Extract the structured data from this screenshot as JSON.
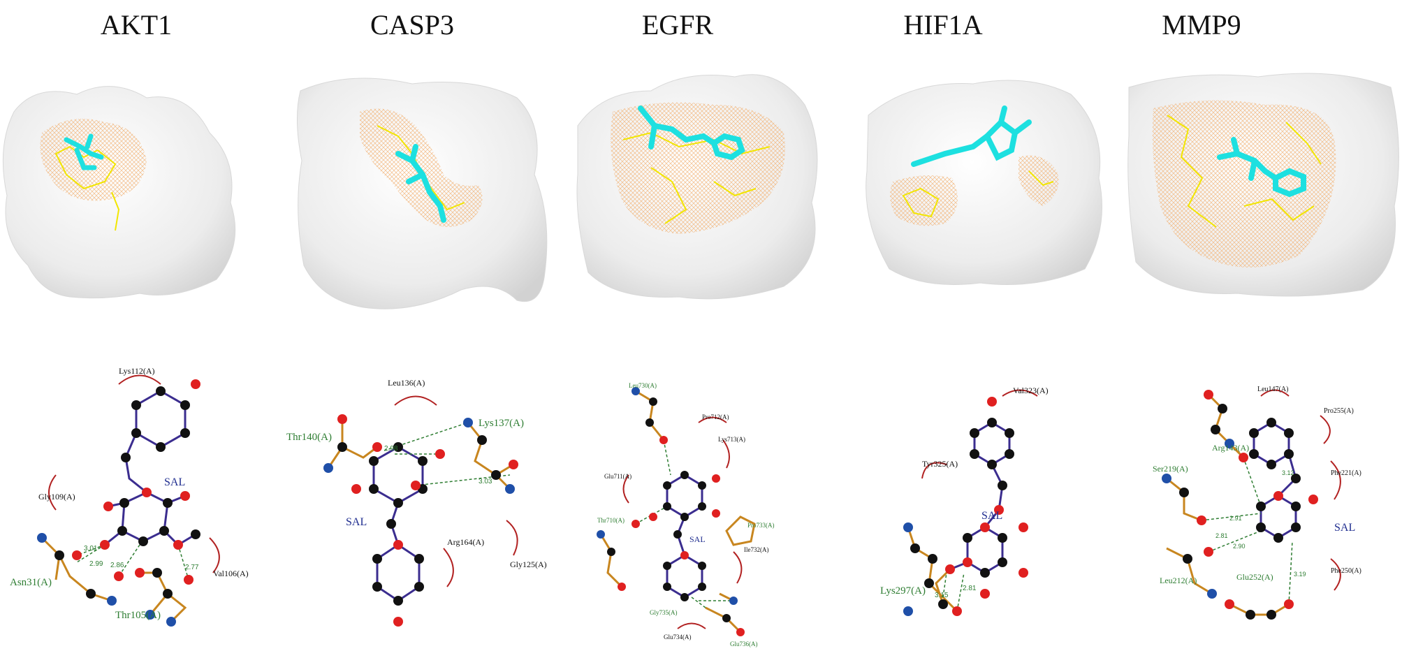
{
  "panels": [
    {
      "title": "AKT1",
      "ligand_label": "SAL",
      "hbond_residues": [
        "Asn31(A)",
        "Thr105(A)"
      ],
      "hydrophobic_residues": [
        "Lys112(A)",
        "Gly109(A)",
        "Val106(A)"
      ],
      "distances": [
        "3.01",
        "2.99",
        "2.86",
        "2.77"
      ]
    },
    {
      "title": "CASP3",
      "ligand_label": "SAL",
      "hbond_residues": [
        "Thr140(A)",
        "Lys137(A)"
      ],
      "hydrophobic_residues": [
        "Leu136(A)",
        "Gly125(A)",
        "Arg164(A)"
      ],
      "distances": [
        "2.98",
        "3.03"
      ]
    },
    {
      "title": "EGFR",
      "ligand_label": "SAL",
      "hbond_residues": [
        "Leu730(A)",
        "Thr710(A)",
        "Pro733(A)",
        "Gly735(A)",
        "Glu736(A)"
      ],
      "hydrophobic_residues": [
        "Pro712(A)",
        "Lys713(A)",
        "Glu711(A)",
        "Ile732(A)",
        "Glu734(A)"
      ],
      "distances": []
    },
    {
      "title": "HIF1A",
      "ligand_label": "SAL",
      "hbond_residues": [
        "Lys297(A)"
      ],
      "hydrophobic_residues": [
        "Val323(A)",
        "Tyr325(A)"
      ],
      "distances": [
        "3.15",
        "2.81"
      ]
    },
    {
      "title": "MMP9",
      "ligand_label": "SAL",
      "hbond_residues": [
        "Arg143(A)",
        "Ser219(A)",
        "Leu212(A)",
        "Glu252(A)"
      ],
      "hydrophobic_residues": [
        "Leu147(A)",
        "Pro255(A)",
        "Phe221(A)",
        "Phe250(A)"
      ],
      "distances": [
        "3.12",
        "2.91",
        "2.81",
        "2.90",
        "3.19"
      ]
    }
  ],
  "colors": {
    "surface": "#e9e9e9",
    "pocket_mesh": "#f5c99a",
    "pocket_residue": "#f2e600",
    "ligand": "#1de0e0",
    "hbond_text": "#2e7d32",
    "ligand_bond": "#3b2d8f",
    "residue_bond": "#c8861f",
    "carbon": "#111111",
    "oxygen": "#e02020",
    "nitrogen": "#1f4fa8",
    "hydrophobic_arc": "#b22222"
  }
}
